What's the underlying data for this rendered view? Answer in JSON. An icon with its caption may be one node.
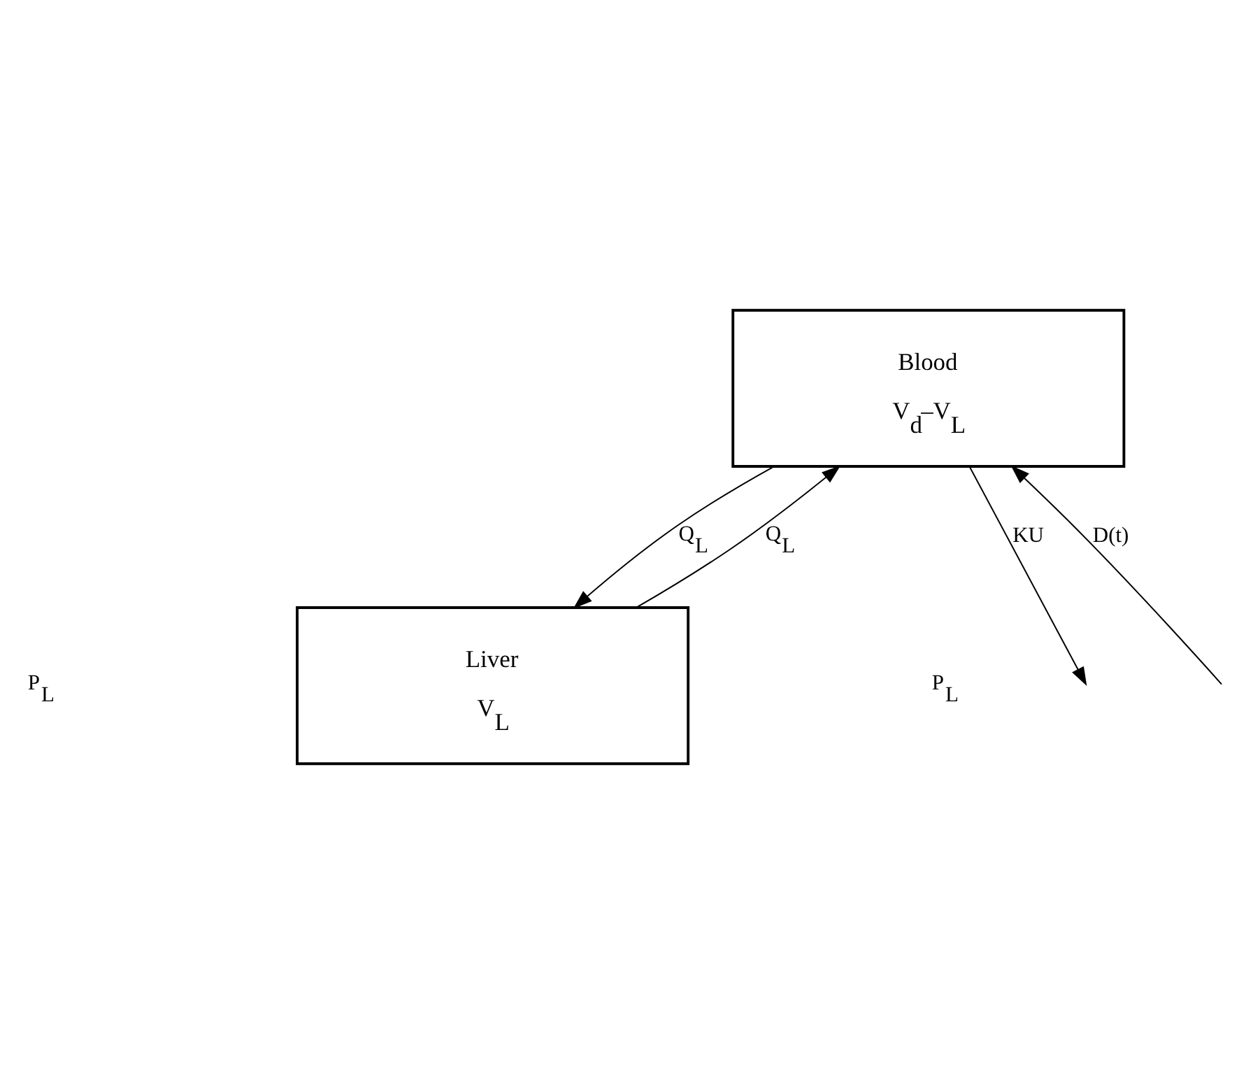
{
  "diagram": {
    "nodes": [
      {
        "text": [
          "Blood",
          "V$_{d}$–V$_{L}$"
        ]
      },
      {
        "text": [
          "Liver",
          "V$_{L}$"
        ]
      }
    ],
    "edges": [
      {
        "from": null,
        "to": 0,
        "arrow": "to",
        "label": "D(t)"
      },
      {
        "from": 0,
        "to": null,
        "arrow": "to",
        "label": "KU"
      },
      {
        "from": 0,
        "to": 1,
        "arrow": "to",
        "label": "Q$_{L}$"
      },
      {
        "from": 1,
        "to": 0,
        "arrow": "to",
        "label": "Q$_{L}$"
      }
    ],
    "labels": [
      "P$_{L}$",
      "P$_{L}$"
    ]
  }
}
